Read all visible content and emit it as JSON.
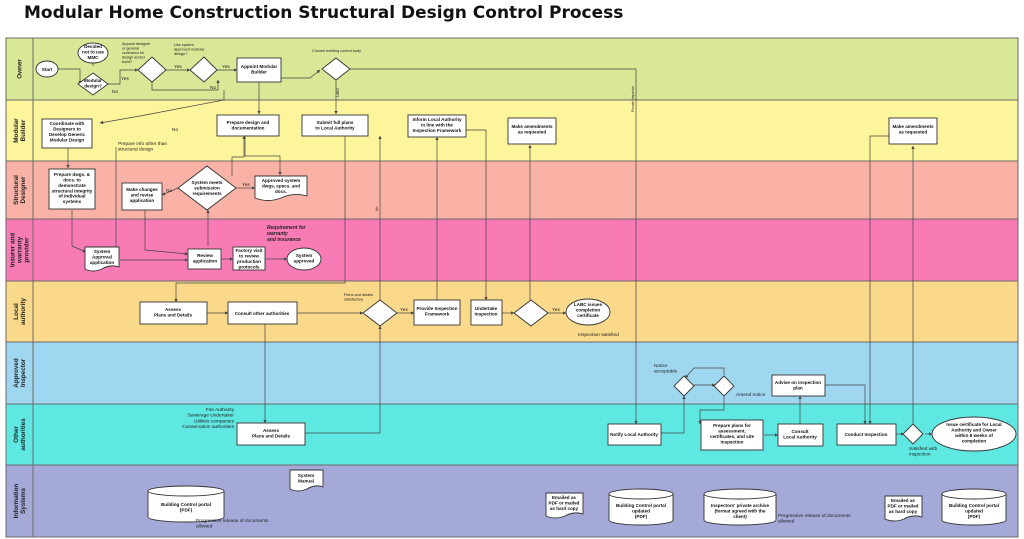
{
  "title": "Modular Home Construction Structural Design Control Process",
  "colors": {
    "owner": "#d8e896",
    "builder": "#fcf59b",
    "designer": "#fab2a7",
    "insurer": "#f97bb6",
    "authority": "#fbd98a",
    "inspector": "#9fd7f1",
    "others": "#5fe8e2",
    "info": "#a4a9d8"
  },
  "lanes": [
    {
      "id": "owner",
      "label": "Owner",
      "color_key": "owner"
    },
    {
      "id": "builder",
      "label": "Modular\nBuilder",
      "color_key": "builder"
    },
    {
      "id": "designer",
      "label": "Structural\nDesigner",
      "color_key": "designer"
    },
    {
      "id": "insurer",
      "label": "Insurer and\nwarranty\nprovider",
      "color_key": "insurer"
    },
    {
      "id": "authority",
      "label": "Local\nauthority",
      "color_key": "authority"
    },
    {
      "id": "inspector",
      "label": "Approved\nInspector",
      "color_key": "inspector"
    },
    {
      "id": "others",
      "label": "Other\nauthorities",
      "color_key": "others"
    },
    {
      "id": "info",
      "label": "Information\nSystems",
      "color_key": "info"
    }
  ],
  "nodes": {
    "start": "Start",
    "decided_not": "Decided\nnot to use\nMMC",
    "modular_design": "Modular\ndesign?",
    "appoint_builder": "Appoint Modular\nBuilder",
    "coordinate": "Coordinate with\nDesigners to\nDevelop Generic\nModular Design",
    "prepare_design": "Prepare design and\ndocumentation",
    "submit_plans": "Submit full plans\nto Local Authority",
    "inform_la": "Inform Local Authority\nin line with the\nInspection Framework",
    "make_amend_builder": "Make amendments\nas requested",
    "make_amend_builder2": "Make amendments\nas requested",
    "prepare_dwgs": "Prepare dwgs. &\ndocs. to\ndemonstrate\nstructural integrity\nof individual\nsystems",
    "make_changes": "Make changes\nand revise\napplication",
    "meets_req": "System meets\nsubmission\nrequirements",
    "approved_dwgs": "Approved system\ndwgs, specs. and\ndocs.",
    "system_approval_app": "System\nApproval\napplication",
    "review_app": "Review\napplication",
    "factory_visit": "Factory visit\nto review\nproduction\nprotocols",
    "system_approved": "System\napproved",
    "assess_la": "Assess\nPlans and Details",
    "consult_others": "Consult other authorities",
    "provide_framework": "Provide Inspection\nFramework",
    "undertake_inspection": "Undertake\nInspection",
    "labc_issues": "LABC issues\ncompletion\ncertificate",
    "advise_inspection": "Advise on inspection\nplan",
    "assess_others": "Assess\nPlans and Details",
    "notify_la": "Notify Local Authority",
    "prepare_plans": "Prepare plans for\nassessment,\ncertificates, and site\ninspection",
    "consult_la": "Consult\nLocal Authority",
    "conduct_inspection": "Conduct Inspection",
    "issue_cert": "Issue certificate for Local\nAuthority and Owner\nwithin 8 weeks of\ncompletion",
    "system_manual": "System\nManual",
    "portal1": "Building Control portal\n(PDF)",
    "emailed1": "Emailed as\nPDF or mailed\nas hard copy",
    "portal2": "Building Control portal\nupdated\n(PDF)",
    "archive": "Inspectors' private archive\n(format agreed with the\nclient)",
    "emailed2": "Emailed as\nPDF or mailed\nas hard copy",
    "portal3": "Building Control portal\nupdated\n(PDF)"
  },
  "labels": {
    "appoint_designer_q": "Appoint designer\nor general\ncontractor for\ndesign and/or\nbuild?",
    "use_approved_q": "Use system\napproved modular\ndesign?",
    "yes1": "Yes",
    "yes2": "Yes",
    "yes3": "Yes",
    "yes4": "Yes",
    "yes5": "Yes",
    "yes_sm": "Yes",
    "no1": "No",
    "no2": "No",
    "no3": "No",
    "no_sm": "No",
    "no_others": "No",
    "choose_body": "Choose building control body",
    "private_inspector": "Private Inspector",
    "labc": "LABC",
    "prepare_info": "Prepare info other than\nstructural design",
    "requirement": "Requirement for\nwarranty\nand insurance",
    "plans_satisfactory": "Plans and details\nsatisfactory",
    "inspection_satisfied": "Inspection satisfied",
    "notice_acceptable": "Notice\nacceptable",
    "amend_notice": "Amend notice",
    "satisfied_with": "Satisfied with\ninspection",
    "other_auth_list": "Fire Authority\nSewerage Undertaker\nUtilities companies\nConservation authorities",
    "progressive1": "Progressive release of documents\nallowed",
    "progressive2": "Progressive release of documents\nallowed"
  }
}
